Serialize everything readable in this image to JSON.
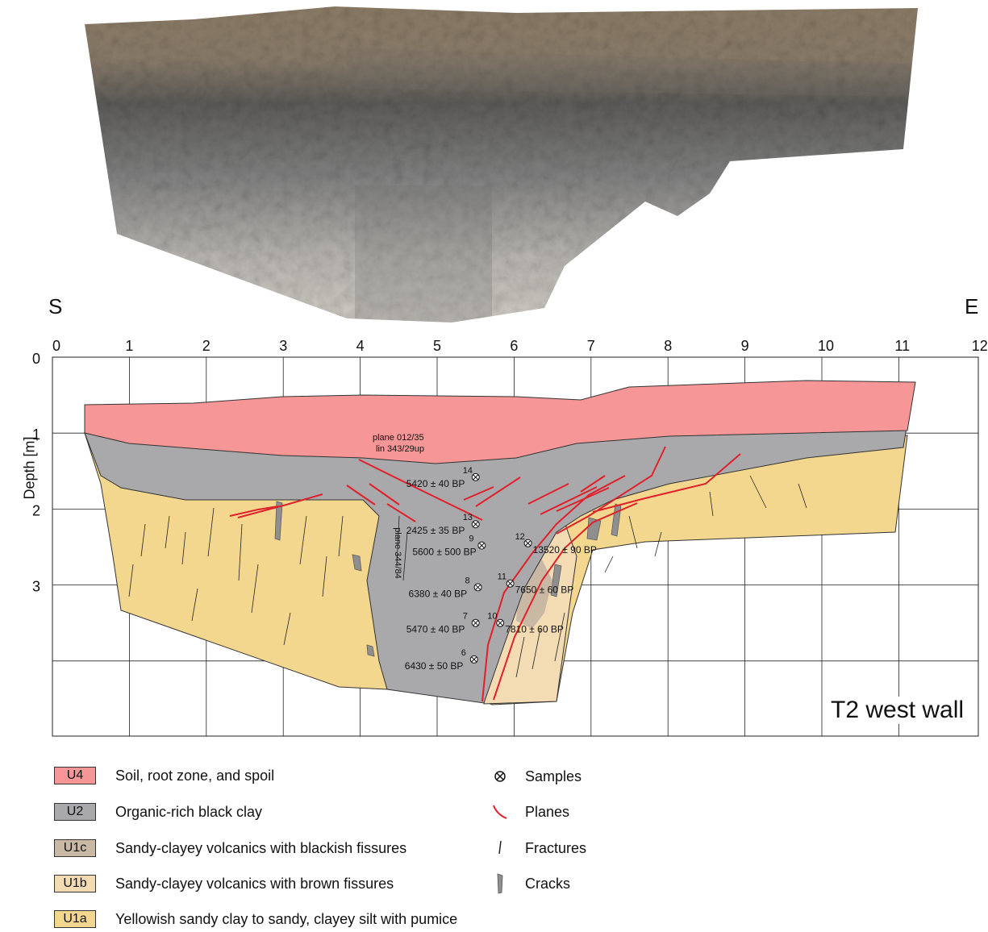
{
  "figure": {
    "compass_left": "S",
    "compass_right": "E",
    "wall_label": "T2 west wall",
    "y_axis_label": "Depth [m]"
  },
  "colors": {
    "U4": "#f79696",
    "U2": "#a9a9ab",
    "U1c": "#c9b9a4",
    "U1b": "#f3dcb4",
    "U1a": "#f4d78f",
    "planes": "#e0202a",
    "fractures": "#222222",
    "cracks": "#8f8f8f"
  },
  "axes": {
    "x_ticks": [
      "0",
      "1",
      "2",
      "3",
      "4",
      "5",
      "6",
      "7",
      "8",
      "9",
      "10",
      "11",
      "12"
    ],
    "y_ticks": [
      "0",
      "1",
      "2",
      "3"
    ],
    "x_range_m": [
      0,
      12
    ],
    "depth_range_m": [
      0,
      4.9
    ]
  },
  "annotations": {
    "plane_upper_1": "plane 012/35",
    "plane_upper_2": "lin 343/29up",
    "plane_vertical": "plane 344/84"
  },
  "samples": [
    {
      "id": "14",
      "age": "5420 ± 40 BP",
      "x_m": 5.5,
      "depth_m": 1.58
    },
    {
      "id": "13",
      "age": "2425 ± 35 BP",
      "x_m": 5.5,
      "depth_m": 2.2
    },
    {
      "id": "9",
      "age": "5600 ± 500 BP",
      "x_m": 5.58,
      "depth_m": 2.48
    },
    {
      "id": "12",
      "age": "13520 ± 90 BP",
      "x_m": 6.18,
      "depth_m": 2.45
    },
    {
      "id": "8",
      "age": "6380 ± 40 BP",
      "x_m": 5.53,
      "depth_m": 3.03
    },
    {
      "id": "11",
      "age": "7650 ± 60 BP",
      "x_m": 5.95,
      "depth_m": 2.98
    },
    {
      "id": "7",
      "age": "5470 ± 40 BP",
      "x_m": 5.5,
      "depth_m": 3.5
    },
    {
      "id": "10",
      "age": "7810 ± 60 BP",
      "x_m": 5.82,
      "depth_m": 3.5
    },
    {
      "id": "6",
      "age": "6430 ± 50 BP",
      "x_m": 5.48,
      "depth_m": 3.98
    }
  ],
  "legend": {
    "units": [
      {
        "code": "U4",
        "label": "Soil, root zone, and spoil"
      },
      {
        "code": "U2",
        "label": "Organic-rich black clay"
      },
      {
        "code": "U1c",
        "label": "Sandy-clayey volcanics with blackish fissures"
      },
      {
        "code": "U1b",
        "label": "Sandy-clayey volcanics with brown fissures"
      },
      {
        "code": "U1a",
        "label": "Yellowish sandy clay to sandy, clayey silt with pumice"
      }
    ],
    "symbols": [
      {
        "icon": "sample-icon",
        "label": "Samples"
      },
      {
        "icon": "plane-icon",
        "label": "Planes"
      },
      {
        "icon": "fracture-icon",
        "label": "Fractures"
      },
      {
        "icon": "crack-icon",
        "label": "Cracks"
      }
    ]
  }
}
